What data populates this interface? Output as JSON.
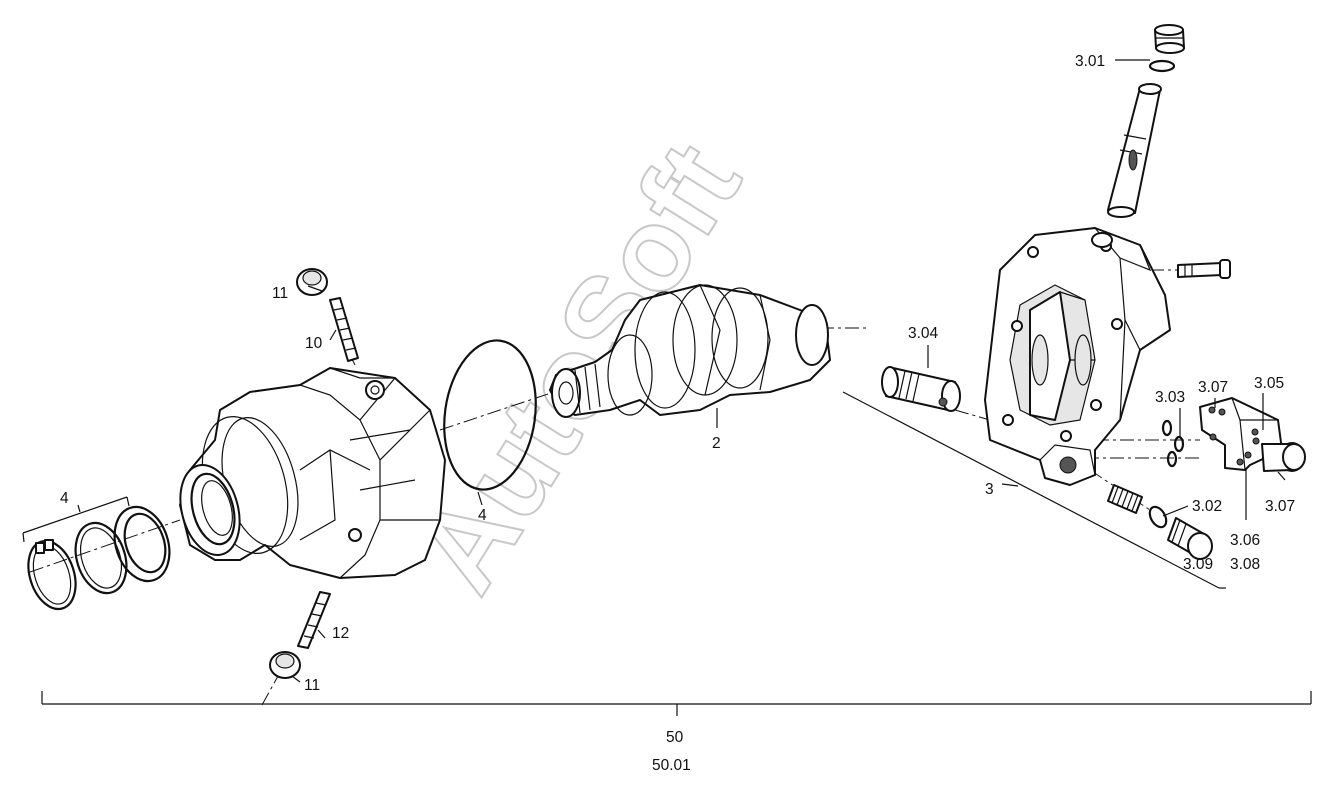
{
  "watermark": "AutoSoft",
  "labels": {
    "l4_left": "4",
    "l11_top": "11",
    "l10": "10",
    "l12": "12",
    "l11_bottom": "11",
    "l4_ring": "4",
    "l2": "2",
    "l3": "3",
    "l301": "3.01",
    "l304": "3.04",
    "l303": "3.03",
    "l307_top": "3.07",
    "l305": "3.05",
    "l302": "3.02",
    "l307_bottom": "3.07",
    "l306": "3.06",
    "l308": "3.08",
    "l309": "3.09",
    "l50": "50",
    "l5001": "50.01"
  }
}
